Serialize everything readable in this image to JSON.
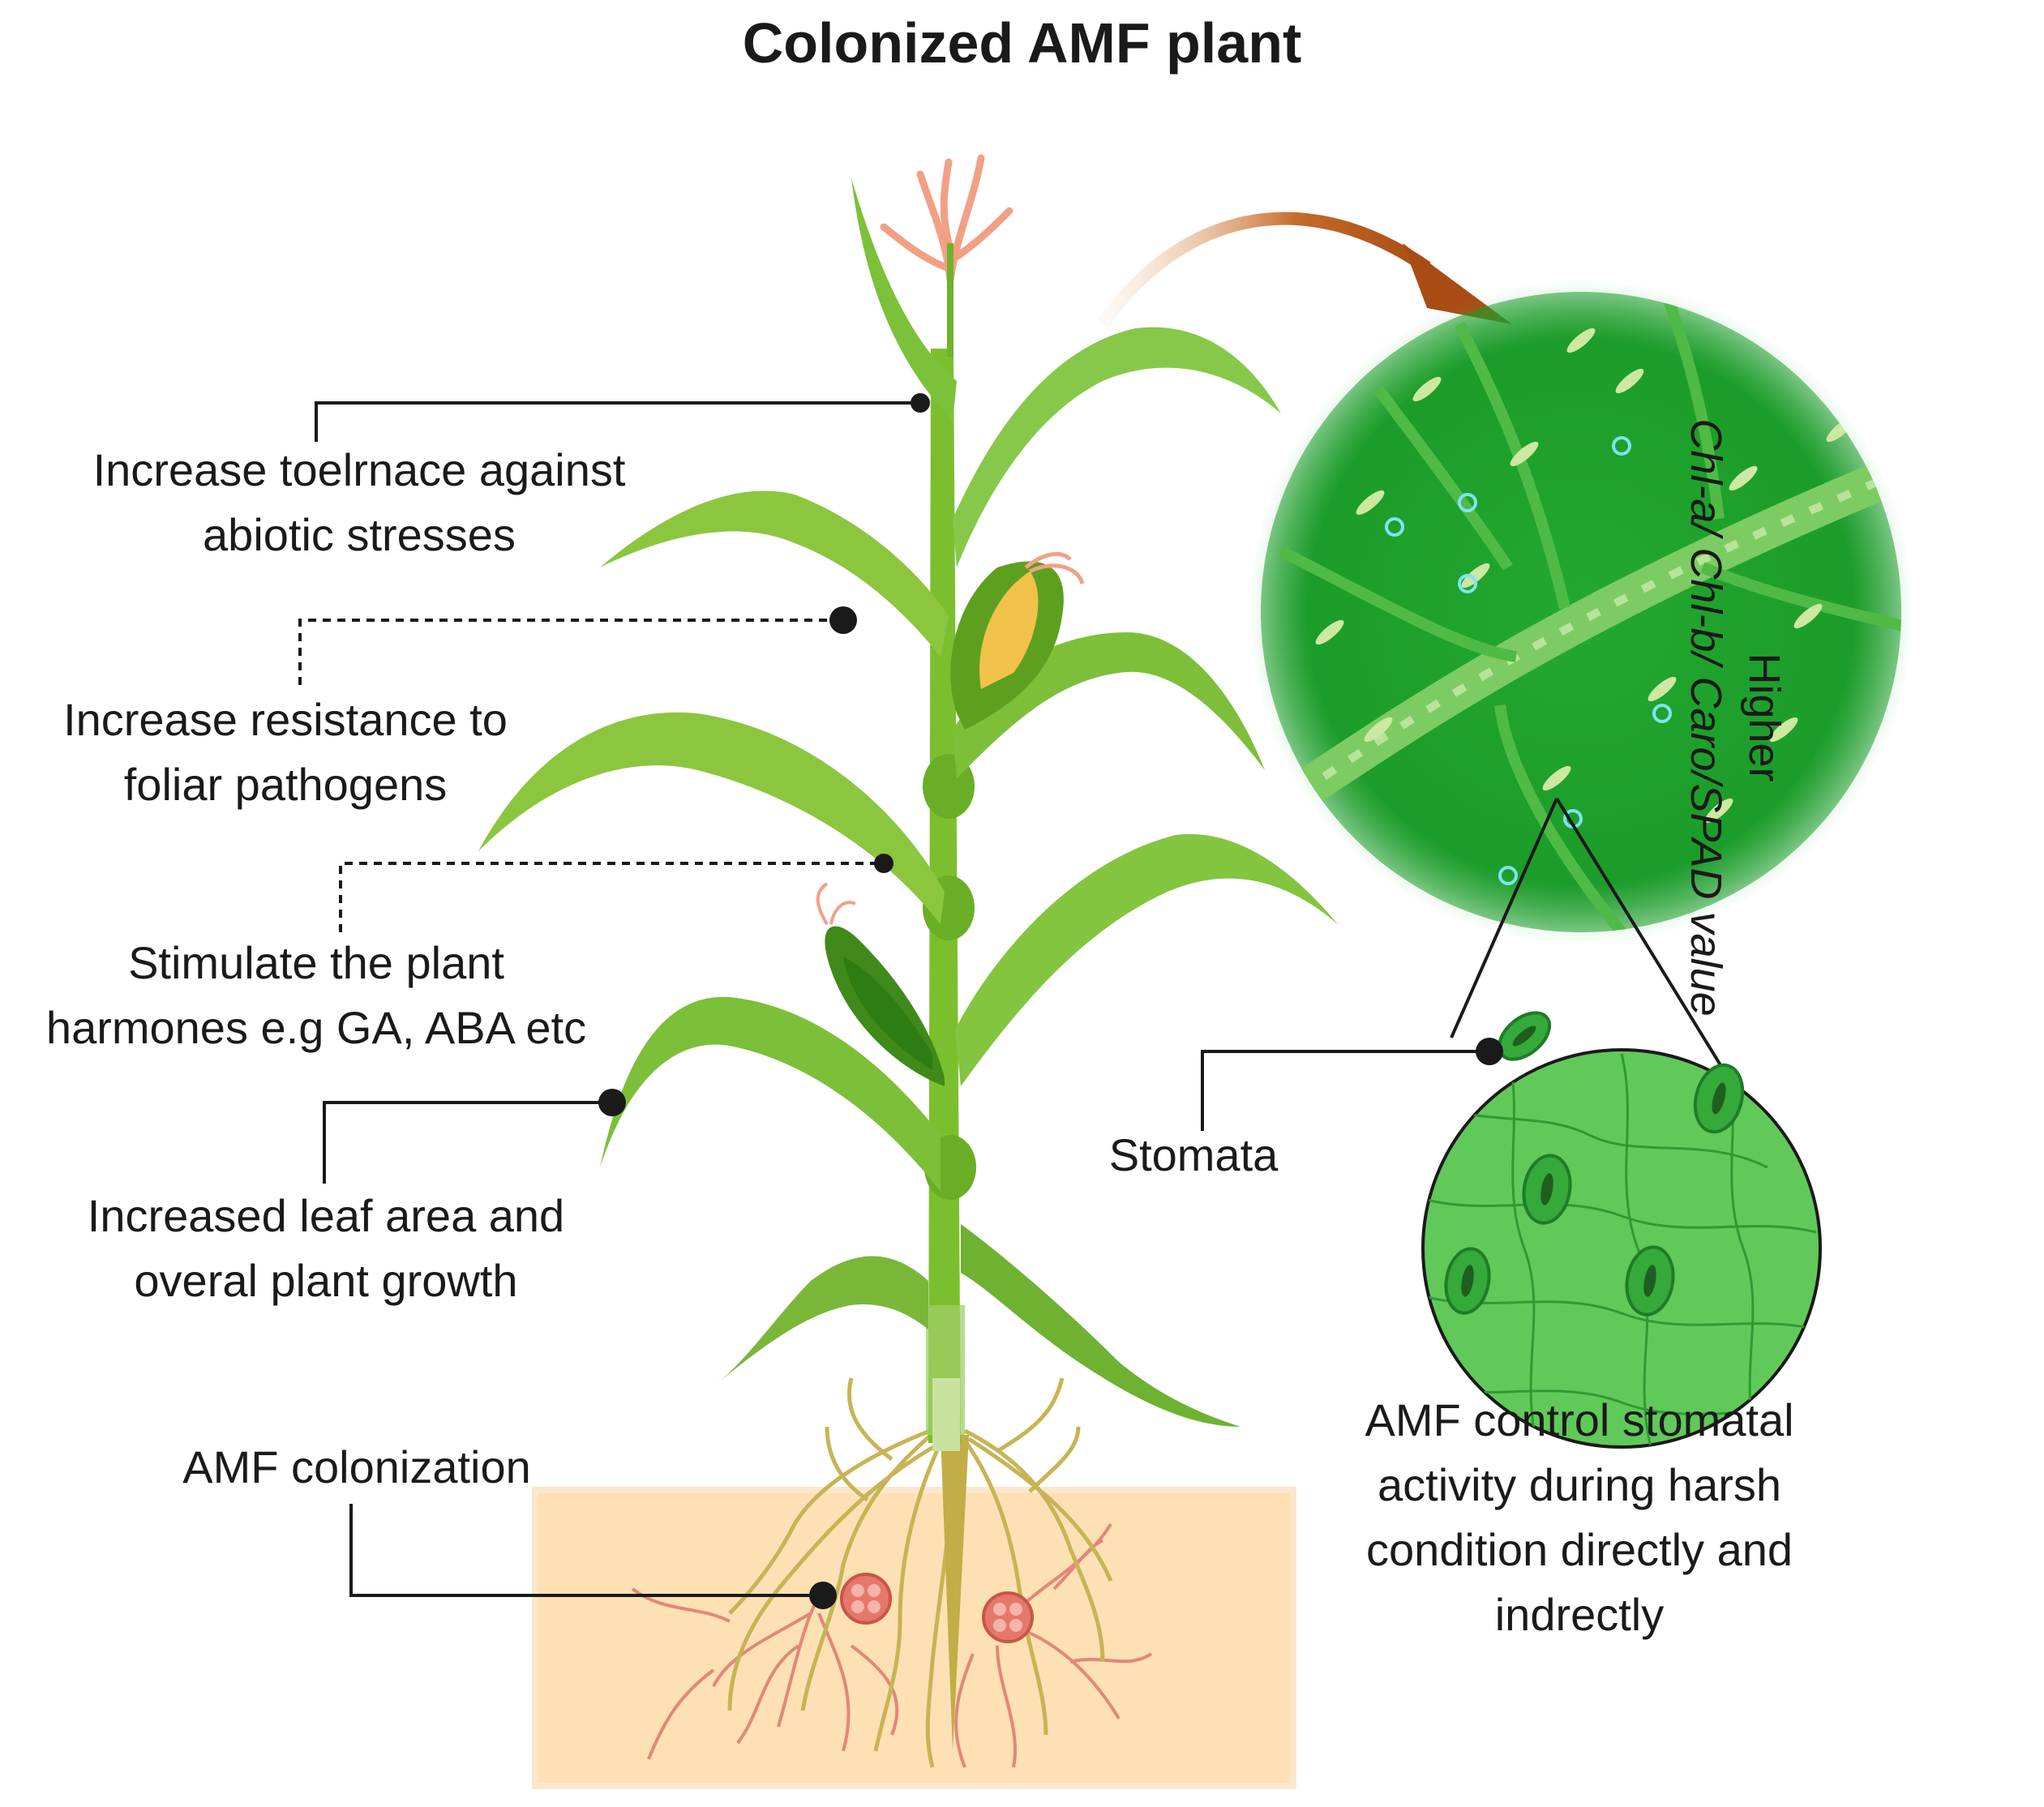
{
  "title": "Colonized AMF plant",
  "labels": {
    "abiotic": [
      "Increase toelrnace against",
      "abiotic stresses"
    ],
    "pathogens": [
      "Increase resistance to",
      "foliar pathogens"
    ],
    "hormones": [
      "Stimulate the plant",
      "harmones e.g GA, ABA etc"
    ],
    "growth": [
      "Increased leaf area and",
      "overal plant growth"
    ],
    "colonization": "AMF colonization",
    "stomata": "Stomata",
    "stomatal_control": [
      "AMF control stomatal",
      "activity during harsh",
      "condition directly and",
      "indrectly"
    ],
    "higher": [
      "Higher",
      "Chl-a/ Chl-b/ Caro/SPAD value"
    ]
  },
  "colors": {
    "stem": "#74b72a",
    "leaf_light": "#8cc63f",
    "leaf_dark": "#4e9a1f",
    "soil": "#fde0b4",
    "root": "#c7b455",
    "fungal_hyphae": "#e2877a",
    "spore": "#e5786a",
    "leaf_zoom": "#1ea22e",
    "epidermis": "#61c95a",
    "arrow": "#b3561a"
  }
}
